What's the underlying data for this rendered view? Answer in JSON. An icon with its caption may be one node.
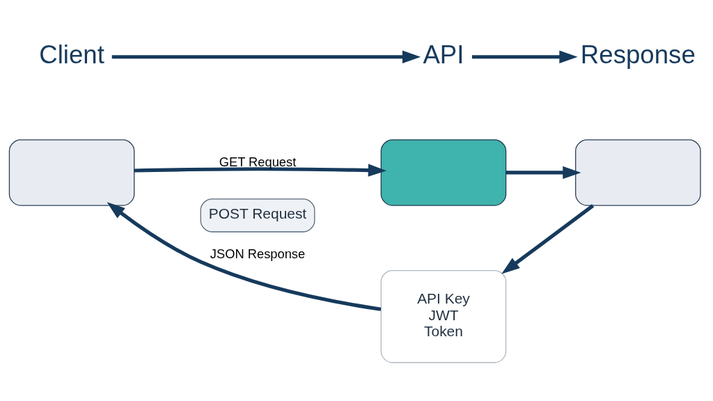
{
  "diagram": {
    "nodes": [
      {
        "text": [
          "Client"
        ]
      },
      {
        "text": [
          "API"
        ]
      },
      {
        "text": [
          "Response"
        ]
      },
      {
        "text": [],
        "shape": "box"
      },
      {
        "text": [],
        "shape": "box"
      },
      {
        "text": [],
        "shape": "box"
      },
      {
        "text": [
          "API Key",
          "JWT",
          "Token"
        ]
      }
    ],
    "edges": [
      {
        "from": 0,
        "to": 1,
        "arrow": "to"
      },
      {
        "from": 1,
        "to": 2,
        "arrow": "to"
      },
      {
        "from": 3,
        "to": 4,
        "arrow": "to",
        "label": "GET Request"
      },
      {
        "from": 4,
        "to": 5,
        "arrow": "to"
      },
      {
        "from": 5,
        "to": 6,
        "arrow": "to"
      },
      {
        "from": 6,
        "to": 3,
        "arrow": "to",
        "label": "JSON Response"
      }
    ],
    "labels": [
      "POST Request"
    ]
  }
}
